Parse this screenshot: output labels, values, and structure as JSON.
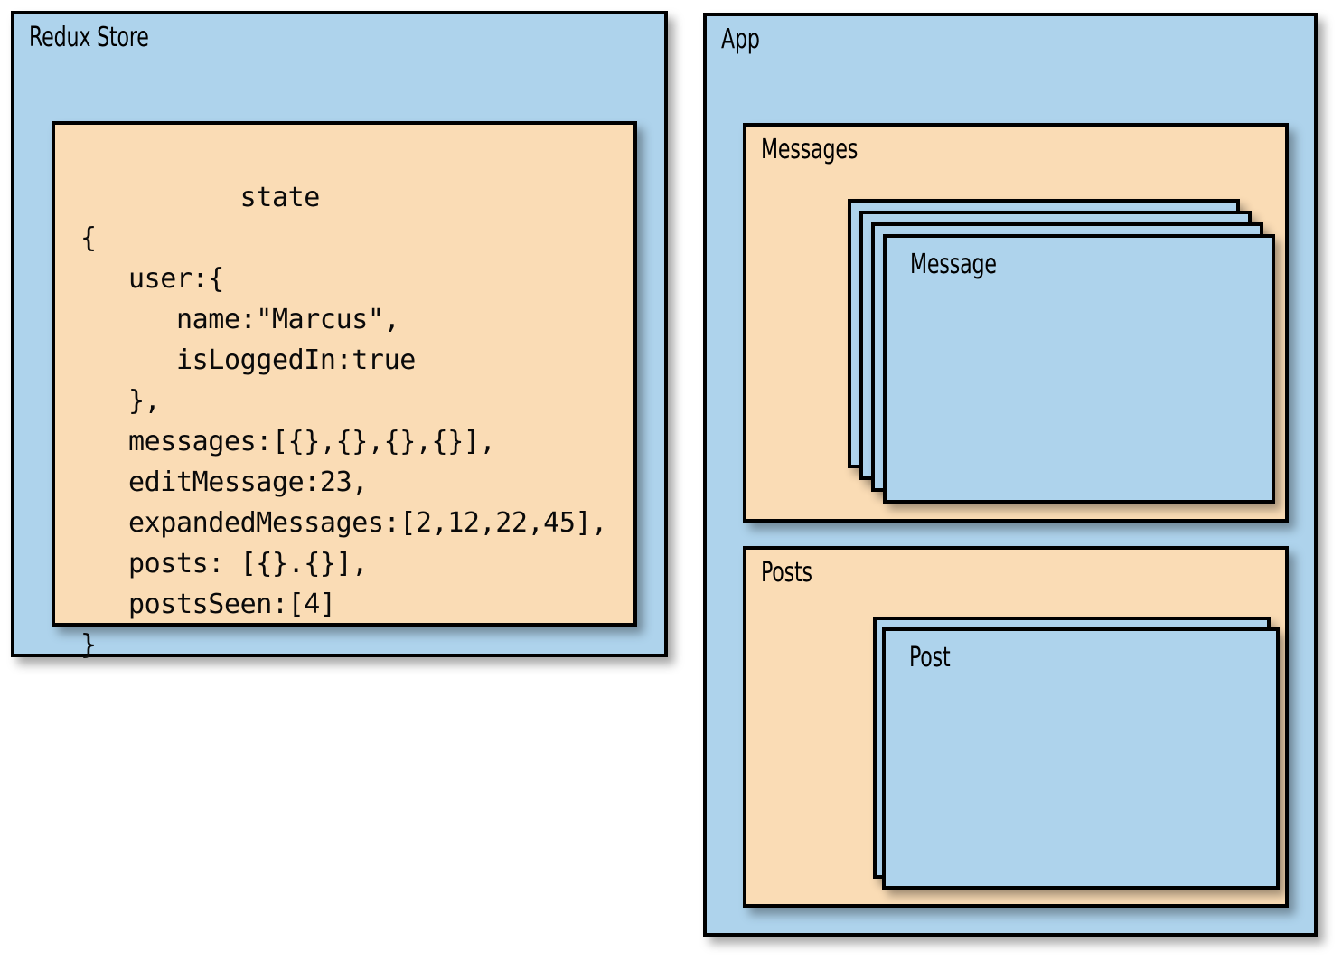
{
  "diagram": {
    "title": "Redux Store and App component tree",
    "colors": {
      "container_blue": "#aed3ec",
      "container_orange": "#fadcb5",
      "border_black": "#000000",
      "text_black": "#0a0a0a"
    }
  },
  "redux_store": {
    "title": "Redux Store",
    "state_box": {
      "title": "state",
      "code_lines": [
        "          state",
        "{",
        "   user:{",
        "      name:\"Marcus\",",
        "      isLoggedIn:true",
        "   },",
        "   messages:[{},{},{},{}],",
        "   editMessage:23,",
        "   expandedMessages:[2,12,22,45],",
        "   posts: [{}.{}],",
        "   postsSeen:[4]",
        "}"
      ],
      "code_text": "          state\n{\n   user:{\n      name:\"Marcus\",\n      isLoggedIn:true\n   },\n   messages:[{},{},{},{}],\n   editMessage:23,\n   expandedMessages:[2,12,22,45],\n   posts: [{}.{}],\n   postsSeen:[4]\n}",
      "state_fields": {
        "user": {
          "name": "Marcus",
          "isLoggedIn": "true"
        },
        "messages": "[{},{},{},{}]",
        "editMessage": "23",
        "expandedMessages": "[2,12,22,45]",
        "posts": "[{}.{}]",
        "postsSeen": "[4]"
      }
    }
  },
  "app": {
    "title": "App",
    "sections": [
      {
        "title": "Messages",
        "card_label": "Message",
        "card_count": 4
      },
      {
        "title": "Posts",
        "card_label": "Post",
        "card_count": 2
      }
    ]
  }
}
